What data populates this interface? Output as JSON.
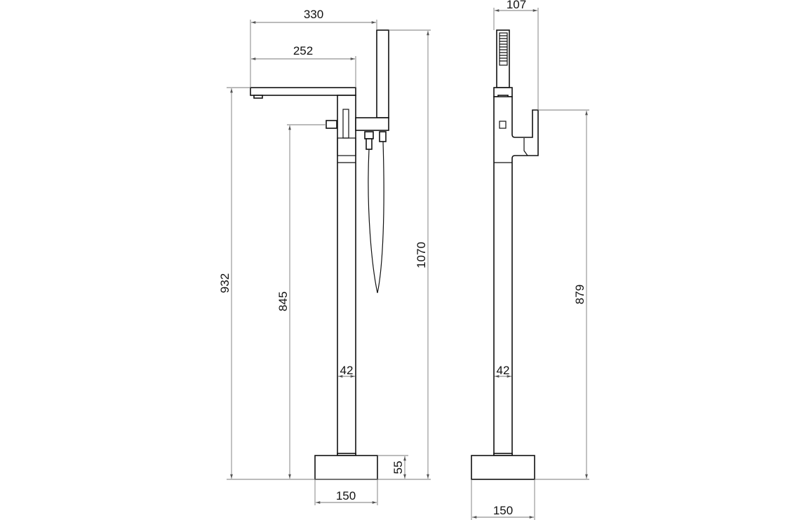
{
  "front_view": {
    "dims": {
      "width_total": "330",
      "spout_reach": "252",
      "spout_height": "932",
      "lever_height": "845",
      "overall_height": "1070",
      "column_dia": "42",
      "base_height": "55",
      "base_width": "150"
    }
  },
  "side_view": {
    "dims": {
      "depth": "107",
      "lever_height": "879",
      "column_dia": "42",
      "base_width": "150"
    }
  },
  "colors": {
    "line": "#111111",
    "dimension": "#777777",
    "background": "#ffffff"
  }
}
